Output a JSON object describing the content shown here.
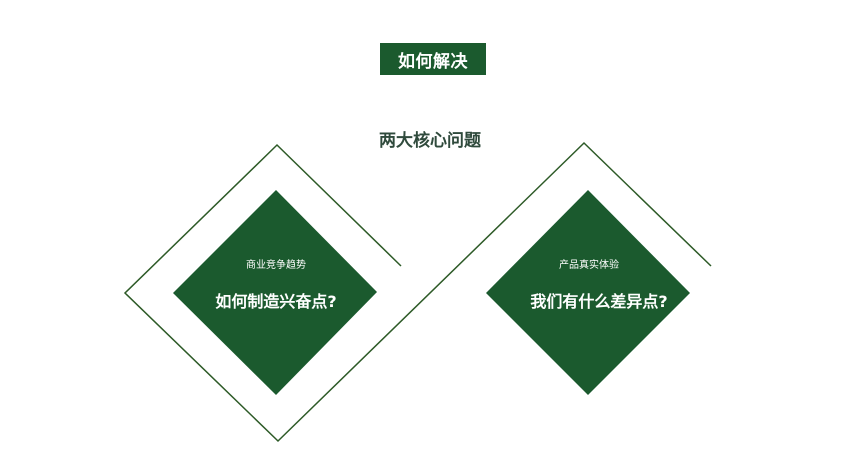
{
  "header": {
    "badge_label": "如何解决",
    "subtitle": "两大核心问题"
  },
  "colors": {
    "brand_green": "#1b5a2e",
    "line_green": "#2d5a27",
    "subtitle_text": "#2f4a3c"
  },
  "cards": [
    {
      "small_label": "商业竞争趋势",
      "question": "如何制造兴奋点?"
    },
    {
      "small_label": "产品真实体验",
      "question": "我们有什么差异点?"
    }
  ]
}
